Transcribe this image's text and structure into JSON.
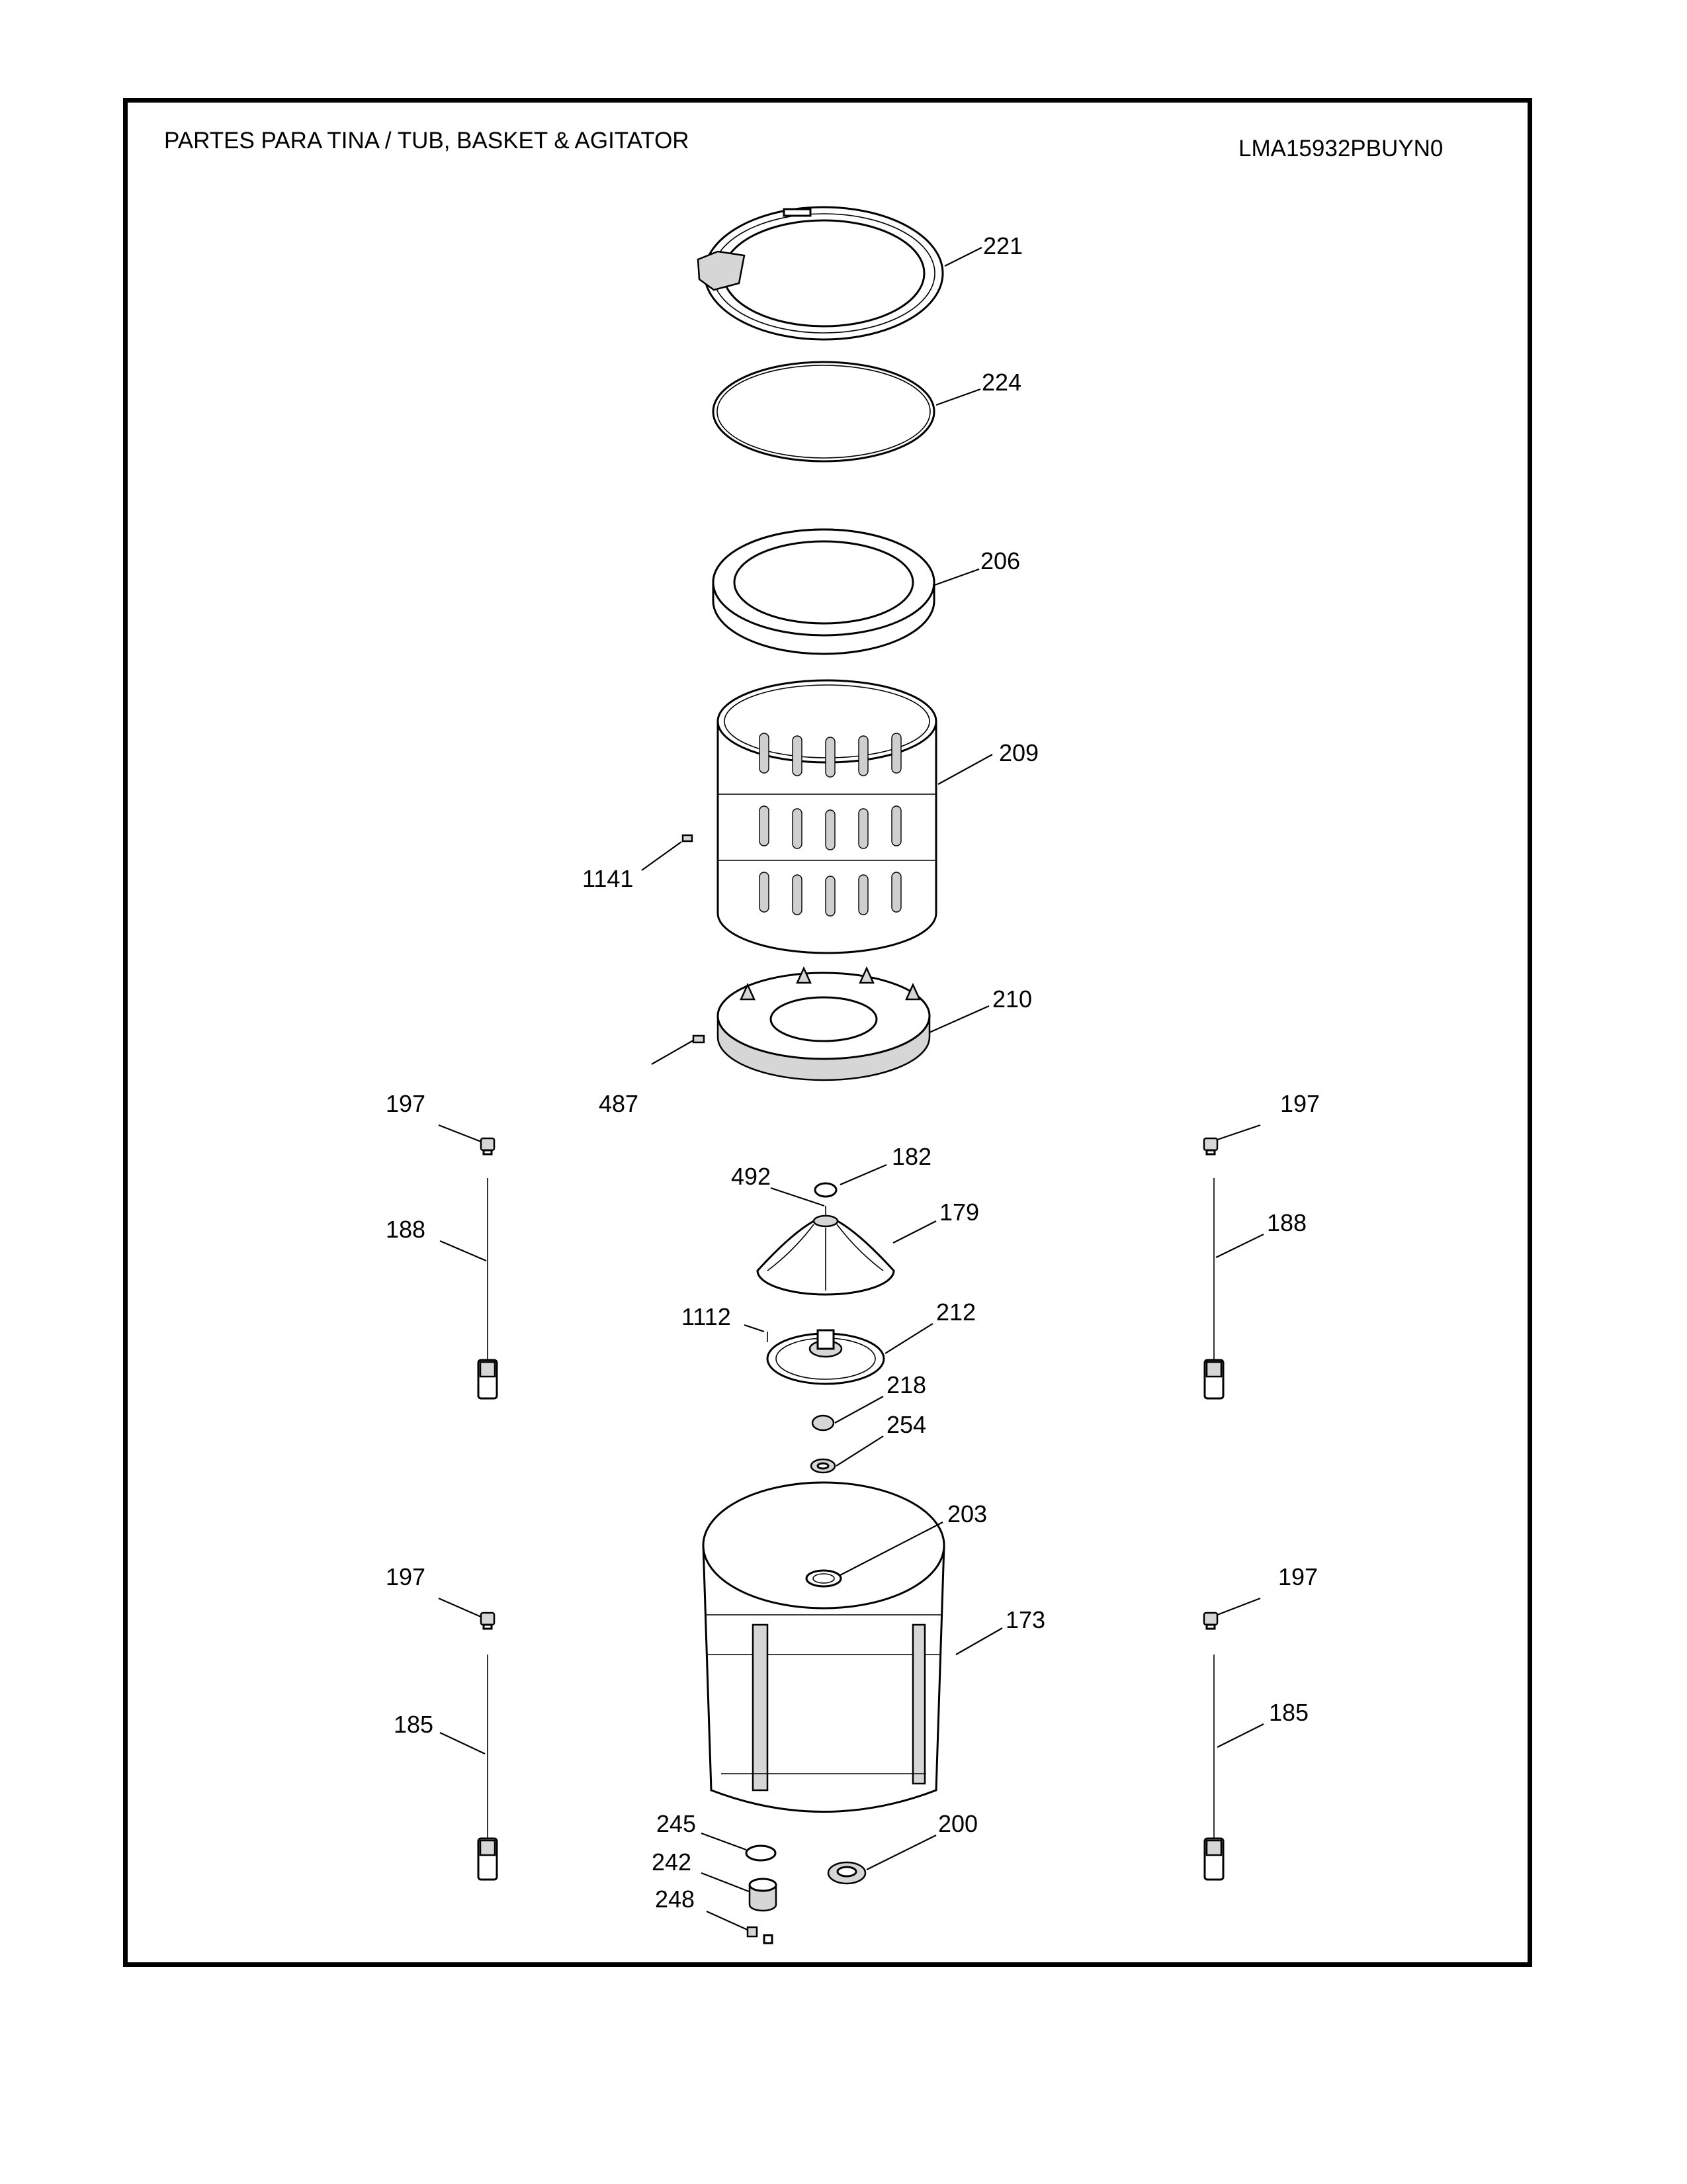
{
  "header": {
    "title": "PARTES PARA TINA  /  TUB, BASKET & AGITATOR",
    "model": "LMA15932PBUYN0"
  },
  "callouts": {
    "p221": "221",
    "p224": "224",
    "p206": "206",
    "p209": "209",
    "p1141": "1141",
    "p210": "210",
    "p487": "487",
    "p197_ul": "197",
    "p197_ur": "197",
    "p182": "182",
    "p492": "492",
    "p179": "179",
    "p188_l": "188",
    "p188_r": "188",
    "p1112": "1112",
    "p212": "212",
    "p218": "218",
    "p254": "254",
    "p203": "203",
    "p197_ll": "197",
    "p197_lr": "197",
    "p173": "173",
    "p185_l": "185",
    "p185_r": "185",
    "p245": "245",
    "p242": "242",
    "p248": "248",
    "p200": "200"
  }
}
